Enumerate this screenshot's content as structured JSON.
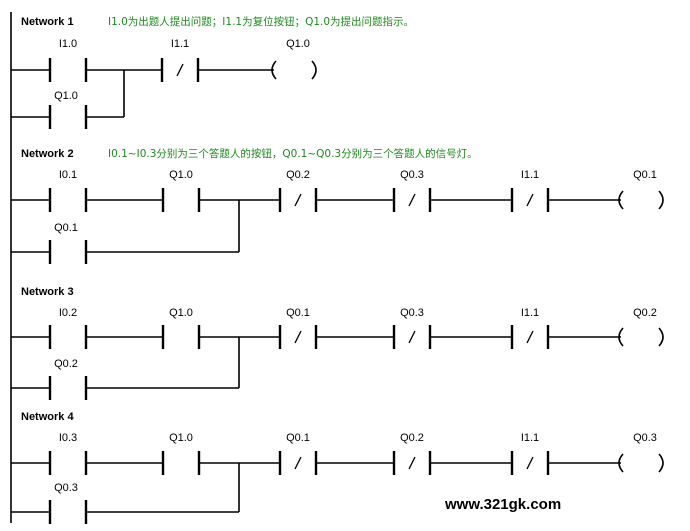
{
  "networks": [
    {
      "title": "Network 1",
      "comment": "I1.0为出题人提出问题；I1.1为复位按钮；Q1.0为提出问题指示。",
      "contacts": [
        {
          "label": "I1.0",
          "type": "NO"
        },
        {
          "label": "I1.1",
          "type": "NC"
        }
      ],
      "branch": {
        "label": "Q1.0",
        "type": "NO"
      },
      "coil": "Q1.0"
    },
    {
      "title": "Network 2",
      "comment": "I0.1~I0.3分别为三个答题人的按钮，Q0.1~Q0.3分别为三个答题人的信号灯。",
      "contacts": [
        {
          "label": "I0.1",
          "type": "NO"
        },
        {
          "label": "Q1.0",
          "type": "NO"
        },
        {
          "label": "Q0.2",
          "type": "NC"
        },
        {
          "label": "Q0.3",
          "type": "NC"
        },
        {
          "label": "I1.1",
          "type": "NC"
        }
      ],
      "branch": {
        "label": "Q0.1",
        "type": "NO"
      },
      "coil": "Q0.1"
    },
    {
      "title": "Network 3",
      "comment": "",
      "contacts": [
        {
          "label": "I0.2",
          "type": "NO"
        },
        {
          "label": "Q1.0",
          "type": "NO"
        },
        {
          "label": "Q0.1",
          "type": "NC"
        },
        {
          "label": "Q0.3",
          "type": "NC"
        },
        {
          "label": "I1.1",
          "type": "NC"
        }
      ],
      "branch": {
        "label": "Q0.2",
        "type": "NO"
      },
      "coil": "Q0.2"
    },
    {
      "title": "Network 4",
      "comment": "",
      "contacts": [
        {
          "label": "I0.3",
          "type": "NO"
        },
        {
          "label": "Q1.0",
          "type": "NO"
        },
        {
          "label": "Q0.1",
          "type": "NC"
        },
        {
          "label": "Q0.2",
          "type": "NC"
        },
        {
          "label": "I1.1",
          "type": "NC"
        }
      ],
      "branch": {
        "label": "Q0.3",
        "type": "NO"
      },
      "coil": "Q0.3"
    }
  ],
  "watermark": "www.321gk.com"
}
